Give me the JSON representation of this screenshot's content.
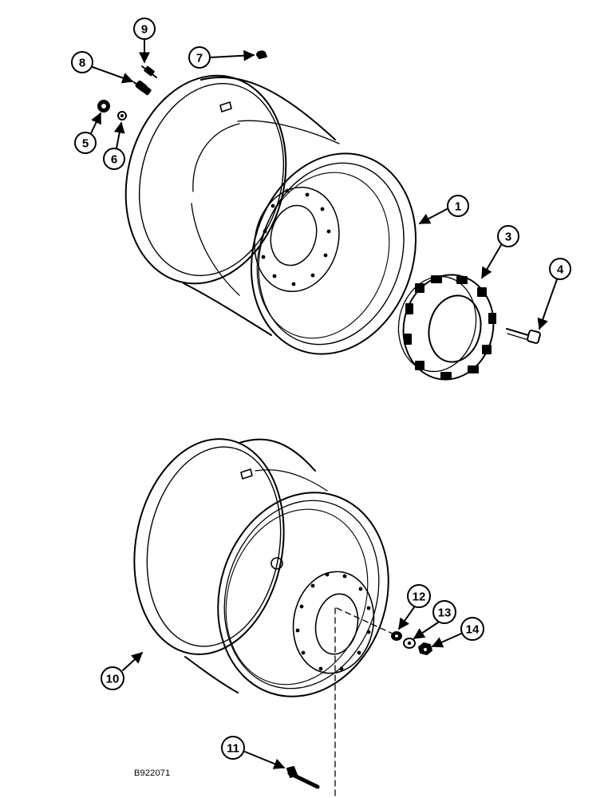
{
  "figure_id": "B922071",
  "callouts": [
    {
      "id": "c1",
      "label": "1",
      "part": "rim"
    },
    {
      "id": "c2",
      "label": "3",
      "part": "spacer"
    },
    {
      "id": "c3",
      "label": "4",
      "part": "bolt"
    },
    {
      "id": "c4",
      "label": "5",
      "part": "valve-cap"
    },
    {
      "id": "c5",
      "label": "6",
      "part": "nut"
    },
    {
      "id": "c6",
      "label": "7",
      "part": "valve-cap"
    },
    {
      "id": "c7",
      "label": "8",
      "part": "valve-stem"
    },
    {
      "id": "c8",
      "label": "9",
      "part": "valve-core"
    },
    {
      "id": "c9",
      "label": "10",
      "part": "wheel"
    },
    {
      "id": "c10",
      "label": "11",
      "part": "stud"
    },
    {
      "id": "c11",
      "label": "12",
      "part": "washer"
    },
    {
      "id": "c12",
      "label": "13",
      "part": "washer"
    },
    {
      "id": "c13",
      "label": "14",
      "part": "nut"
    }
  ],
  "colors": {
    "line": "#000000",
    "background": "#ffffff"
  }
}
